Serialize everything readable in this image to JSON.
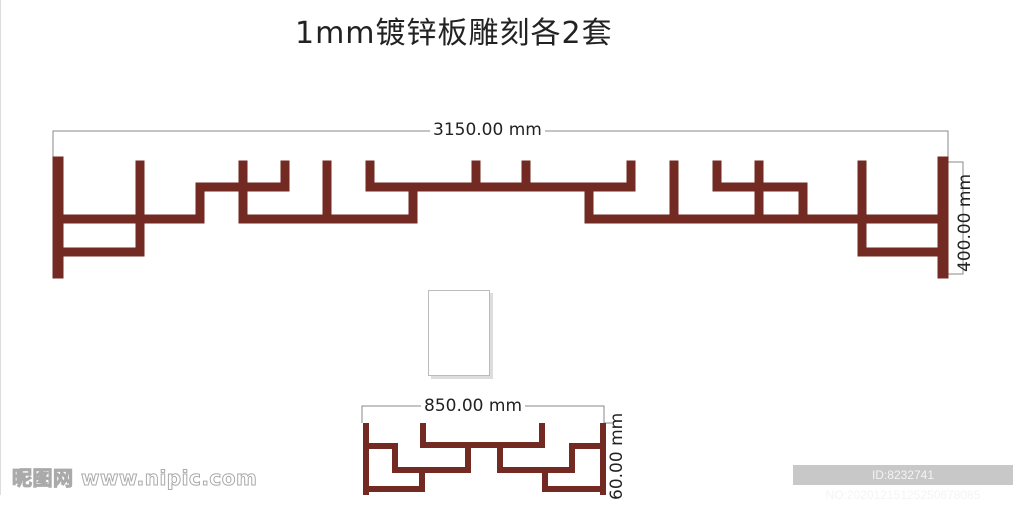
{
  "title": "1mm镀锌板雕刻各2套",
  "pattern_color": "#722a22",
  "large_panel": {
    "width_label": "3150.00 mm",
    "height_label": "400.00 mm"
  },
  "small_panel": {
    "width_label": "850.00 mm",
    "height_label": "60.00 mm"
  },
  "watermark": "昵图网 www.nipic.com",
  "id_label": "ID:8232741 NO:20201215125250678085"
}
